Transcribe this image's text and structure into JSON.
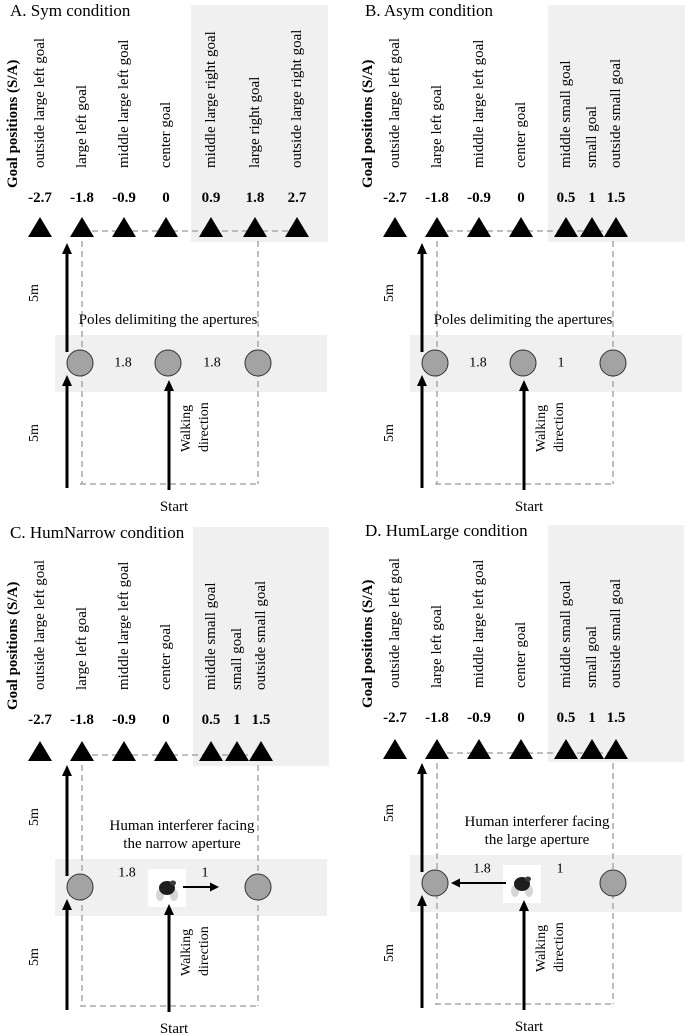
{
  "panels": [
    {
      "id": "A",
      "title": "A. Sym condition",
      "y_axis_label": "Goal positions (S/A)",
      "goals": [
        {
          "label": "outside large left goal",
          "value": "-2.7"
        },
        {
          "label": "large left  goal",
          "value": "-1.8"
        },
        {
          "label": "middle large left goal",
          "value": "-0.9"
        },
        {
          "label": "center goal",
          "value": "0"
        },
        {
          "label": "middle large right goal",
          "value": "0.9"
        },
        {
          "label": "large right goal",
          "value": "1.8"
        },
        {
          "label": "outside large right goal",
          "value": "2.7"
        }
      ],
      "distance_top": "5m",
      "distance_bottom": "5m",
      "middle_caption": [
        "Poles delimiting the apertures"
      ],
      "aperture_left": "1.8",
      "aperture_right": "1.8",
      "walking_direction": [
        "Walking",
        "direction"
      ],
      "start": "Start",
      "human_interferer": "none"
    },
    {
      "id": "B",
      "title": "B. Asym condition",
      "y_axis_label": "Goal positions (S/A)",
      "goals": [
        {
          "label": "outside large left goal",
          "value": "-2.7"
        },
        {
          "label": "large left goal",
          "value": "-1.8"
        },
        {
          "label": "middle large left goal",
          "value": "-0.9"
        },
        {
          "label": "center goal",
          "value": "0"
        },
        {
          "label": "middle small goal",
          "value": "0.5"
        },
        {
          "label": "small goal",
          "value": "1"
        },
        {
          "label": "outside small goal",
          "value": "1.5"
        }
      ],
      "distance_top": "5m",
      "distance_bottom": "5m",
      "middle_caption": [
        "Poles delimiting the apertures"
      ],
      "aperture_left": "1.8",
      "aperture_right": "1",
      "walking_direction": [
        "Walking",
        "direction"
      ],
      "start": "Start",
      "human_interferer": "none"
    },
    {
      "id": "C",
      "title": "C. HumNarrow condition",
      "y_axis_label": "Goal positions (S/A)",
      "goals": [
        {
          "label": "outside large left goal",
          "value": "-2.7"
        },
        {
          "label": "large left  goal",
          "value": "-1.8"
        },
        {
          "label": "middle large left goal",
          "value": "-0.9"
        },
        {
          "label": "center goal",
          "value": "0"
        },
        {
          "label": "middle small goal",
          "value": "0.5"
        },
        {
          "label": "small goal",
          "value": "1"
        },
        {
          "label": "outside small goal",
          "value": "1.5"
        }
      ],
      "distance_top": "5m",
      "distance_bottom": "5m",
      "middle_caption": [
        "Human interferer facing",
        "the narrow aperture"
      ],
      "aperture_left": "1.8",
      "aperture_right": "1",
      "walking_direction": [
        "Walking",
        "direction"
      ],
      "start": "Start",
      "human_interferer": "facing narrow aperture (right)"
    },
    {
      "id": "D",
      "title": "D. HumLarge condition",
      "y_axis_label": "Goal positions (S/A)",
      "goals": [
        {
          "label": "outside large left goal",
          "value": "-2.7"
        },
        {
          "label": "large left  goal",
          "value": "-1.8"
        },
        {
          "label": "middle large left goal",
          "value": "-0.9"
        },
        {
          "label": "center goal",
          "value": "0"
        },
        {
          "label": "middle small goal",
          "value": "0.5"
        },
        {
          "label": "small goal",
          "value": "1"
        },
        {
          "label": "outside small goal",
          "value": "1.5"
        }
      ],
      "distance_top": "5m",
      "distance_bottom": "5m",
      "middle_caption": [
        "Human interferer facing",
        "the large aperture"
      ],
      "aperture_left": "1.8",
      "aperture_right": "1",
      "walking_direction": [
        "Walking",
        "direction"
      ],
      "start": "Start",
      "human_interferer": "facing large aperture (left)"
    }
  ],
  "colors": {
    "shade": "#f0f0f0",
    "pole_fill": "#a3a3a3",
    "dashed": "#a8a8a8",
    "ink": "#000000"
  }
}
